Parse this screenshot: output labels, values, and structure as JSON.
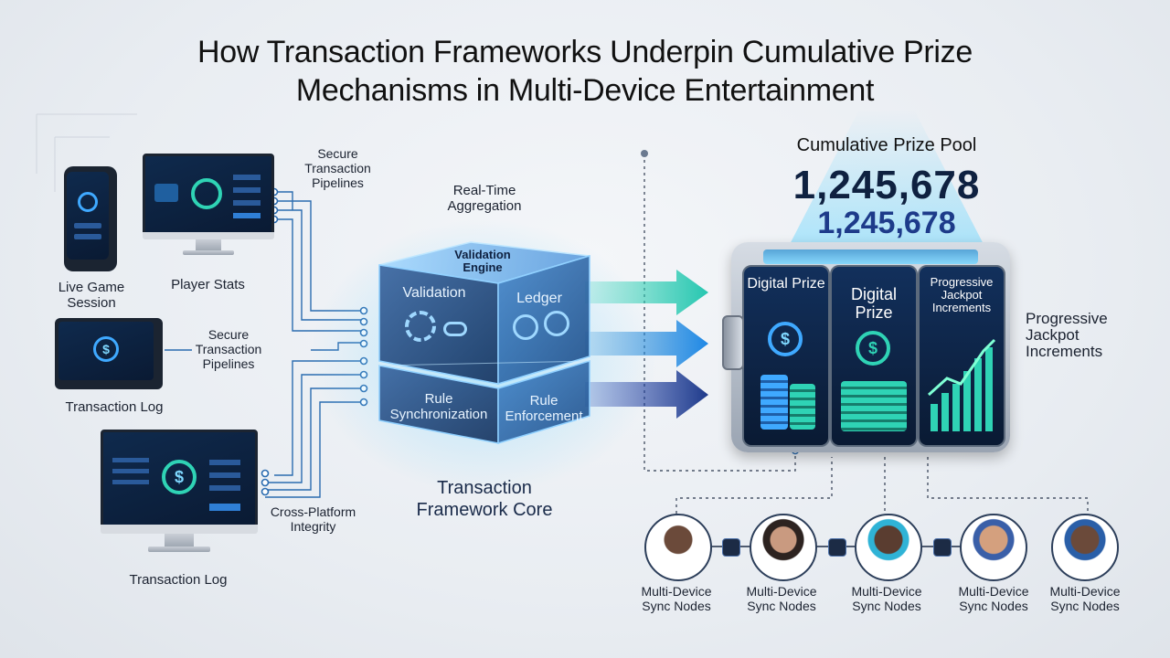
{
  "title": {
    "line1": "How Transaction Frameworks Underpin Cumulative Prize",
    "line2": "Mechanisms in Multi-Device Entertainment"
  },
  "devices": {
    "live_game_session": "Live Game Session",
    "player_stats": "Player Stats",
    "transaction_log_tablet": "Transaction Log",
    "transaction_log_monitor": "Transaction Log"
  },
  "pipelines": {
    "secure_top": "Secure Transaction Pipelines",
    "secure_mid": "Secure Transaction Pipelines",
    "cross_platform": "Cross-Platform Integrity"
  },
  "core": {
    "aggregation": "Real-Time Aggregation",
    "top_face": "Validation Engine",
    "validation": "Validation",
    "ledger": "Ledger",
    "rule_sync": "Rule Synchronization",
    "rule_enforce": "Rule Enforcement",
    "caption": "Transaction Framework Core"
  },
  "prize": {
    "label": "Cumulative Prize Pool",
    "value_main": "1,245,678",
    "value_secondary": "1,245,678",
    "panel1": "Digital Prize",
    "panel2": "Digital Prize",
    "panel3": "Progressive Jackpot Increments",
    "side_label": "Progressive Jackpot Increments"
  },
  "nodes": [
    {
      "label": "Multi-Device Sync Nodes"
    },
    {
      "label": "Multi-Device Sync Nodes"
    },
    {
      "label": "Multi-Device Sync Nodes"
    },
    {
      "label": "Multi-Device Sync Nodes"
    },
    {
      "label": "Multi-Device Sync Nodes"
    }
  ],
  "colors": {
    "accent_blue": "#2b6cb0",
    "teal": "#2fd3b5",
    "navy": "#0f2140",
    "glow": "#7fd8ff"
  }
}
